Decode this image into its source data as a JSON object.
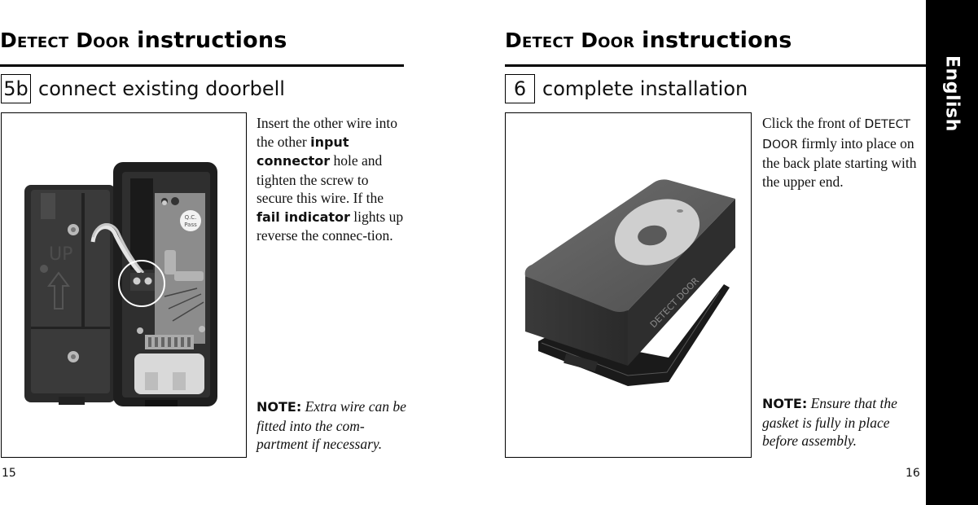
{
  "left_page": {
    "title": {
      "brand_first_cap": "D",
      "brand_first_rest": "ETECT",
      "brand_second_cap": "D",
      "brand_second_rest": "OOR",
      "suffix": "instructions"
    },
    "step": {
      "number": "5b",
      "label": "connect existing doorbell"
    },
    "figure": {
      "description": "Opened DETECT DOOR unit showing circuit board, battery and input connector (circled)",
      "circle_label": "input-connector-highlight",
      "qc_sticker": [
        "Q.C.",
        "Pass"
      ],
      "embossed_text": "UP"
    },
    "instructions": {
      "part1": "Insert the other wire into the other ",
      "kw1": "input connector",
      "part2": " hole and tighten the screw to secure this wire. If the ",
      "kw2": "fail indicator",
      "part3": " lights up reverse the connec-tion."
    },
    "note": {
      "label": "NOTE:",
      "text": "Extra wire can be fitted into the com-partment if necessary."
    },
    "page_number": "15"
  },
  "right_page": {
    "title": {
      "brand_first_cap": "D",
      "brand_first_rest": "ETECT",
      "brand_second_cap": "D",
      "brand_second_rest": "OOR",
      "suffix": "instructions"
    },
    "step": {
      "number": "6",
      "label": "complete installation"
    },
    "figure": {
      "description": "Assembled DETECT DOOR unit with front cover clicked onto back plate",
      "side_logo": "DETECT DOOR"
    },
    "instructions": {
      "part1": "Click the front of ",
      "brand_d1": "D",
      "brand_rest1": "ETECT",
      "brand_d2": "D",
      "brand_rest2": "OOR",
      "part2": " firmly into place on the back plate starting with the upper end."
    },
    "note": {
      "label": "NOTE:",
      "text": "Ensure that the gasket is fully in place before assembly."
    },
    "page_number": "16"
  },
  "language_tab": {
    "label": "English",
    "background": "#000000",
    "color": "#ffffff"
  }
}
